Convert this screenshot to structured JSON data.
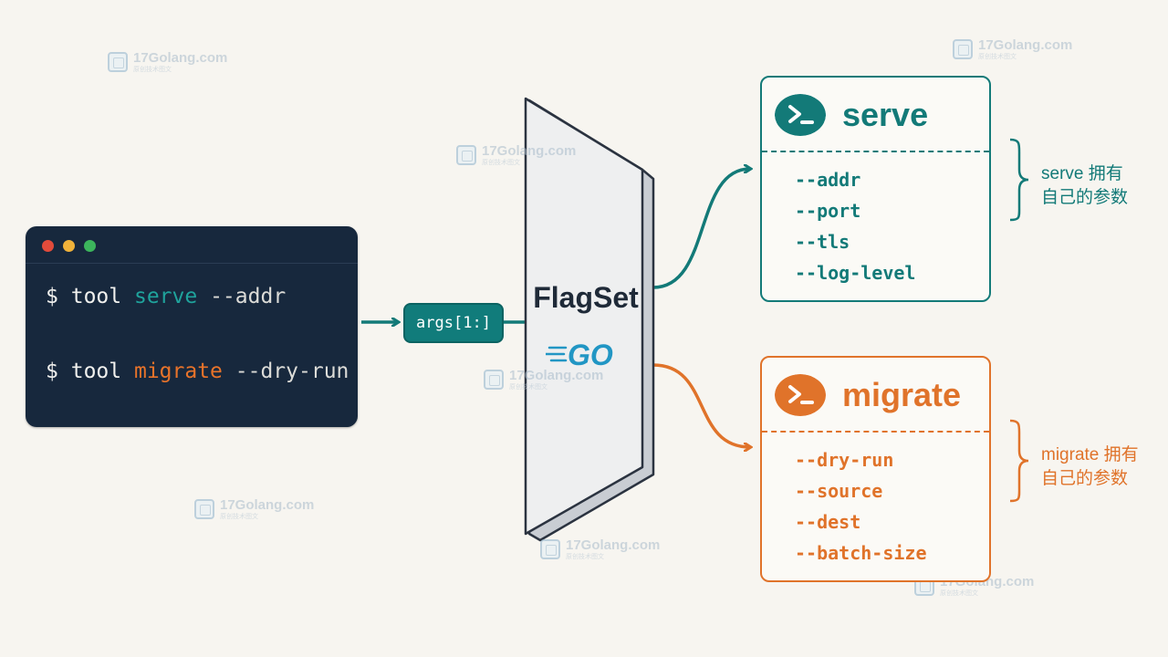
{
  "terminal": {
    "line1": {
      "prompt": "$",
      "tool": "tool",
      "sub": "serve",
      "flag": "--addr"
    },
    "line2": {
      "prompt": "$",
      "tool": "tool",
      "sub": "migrate",
      "flag": "--dry-run"
    },
    "dots": [
      "#e24b3b",
      "#f0b23a",
      "#3cb55c"
    ]
  },
  "args_label": "args[1:]",
  "flagset_label": "FlagSet",
  "go_logo_text": "GO",
  "serve": {
    "title": "serve",
    "flags": [
      "--addr",
      "--port",
      "--tls",
      "--log-level"
    ],
    "note_line1": "serve 拥有",
    "note_line2": "自己的参数"
  },
  "migrate": {
    "title": "migrate",
    "flags": [
      "--dry-run",
      "--source",
      "--dest",
      "--batch-size"
    ],
    "note_line1": "migrate 拥有",
    "note_line2": "自己的参数"
  },
  "watermark": {
    "main": "17Golang.com",
    "sub": "原创技术图文"
  },
  "colors": {
    "teal": "#137a78",
    "orange": "#e0732a",
    "dark": "#17283d"
  }
}
